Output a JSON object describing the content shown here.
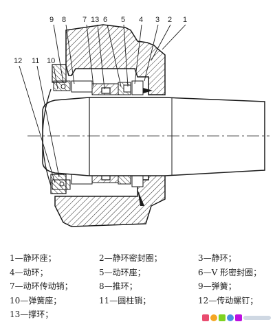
{
  "callouts": {
    "top": [
      "9",
      "8",
      "7",
      "13",
      "6",
      "5",
      "4",
      "3",
      "2",
      "1"
    ],
    "left": [
      "12",
      "11",
      "10"
    ]
  },
  "legend": [
    [
      "1—静环座；",
      "2—静环密封圈；",
      "3—静环；"
    ],
    [
      "4—动环；",
      "5—动环座；",
      "6—V 形密封圈；"
    ],
    [
      "7—动环传动销；",
      "8—推环；",
      "9—弹簧；"
    ],
    [
      "10—弹簧座；",
      "11—圆柱销；",
      "12—传动螺钉；"
    ],
    [
      "13—撑环；",
      "",
      ""
    ]
  ],
  "colors": {
    "line": "#1a1a1a",
    "hatch": "#2a2a2a",
    "fill": "#ffffff"
  }
}
